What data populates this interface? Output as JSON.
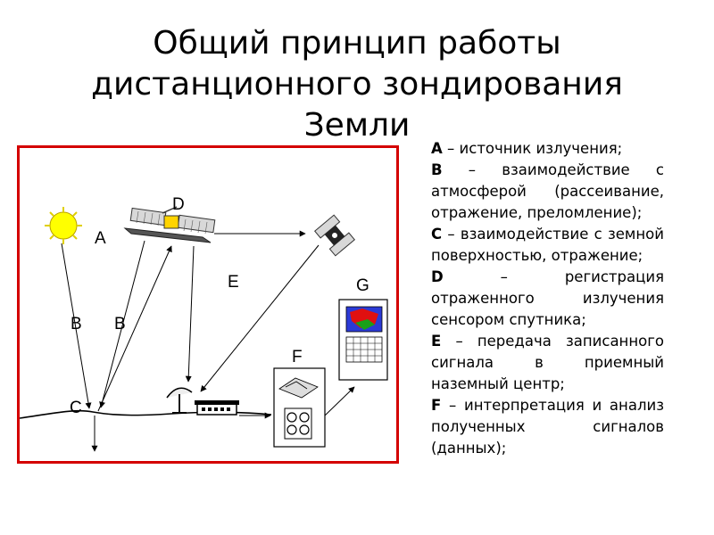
{
  "title": {
    "line1": "Общий принцип работы",
    "line2": "дистанционного зондирования",
    "line3": "Земли"
  },
  "diagram": {
    "labels": {
      "A": "A",
      "B1": "B",
      "B2": "B",
      "C": "C",
      "D": "D",
      "E": "E",
      "F": "F",
      "G": "G"
    }
  },
  "legend": [
    {
      "key": "A",
      "text": " – источник излучения;"
    },
    {
      "key": "B",
      "text": " – взаимодействие с атмосферой (рассеивание, отражение, преломление);"
    },
    {
      "key": "C",
      "text": " – взаимодействие с земной поверхностью, отражение;"
    },
    {
      "key": "D",
      "text": " – регистрация отраженного излучения сенсором спутника;"
    },
    {
      "key": "E",
      "text": " – передача записанного сигнала в приемный наземный центр;"
    },
    {
      "key": "F",
      "text": " – интерпретация и анализ полученных сигналов (данных);"
    }
  ]
}
